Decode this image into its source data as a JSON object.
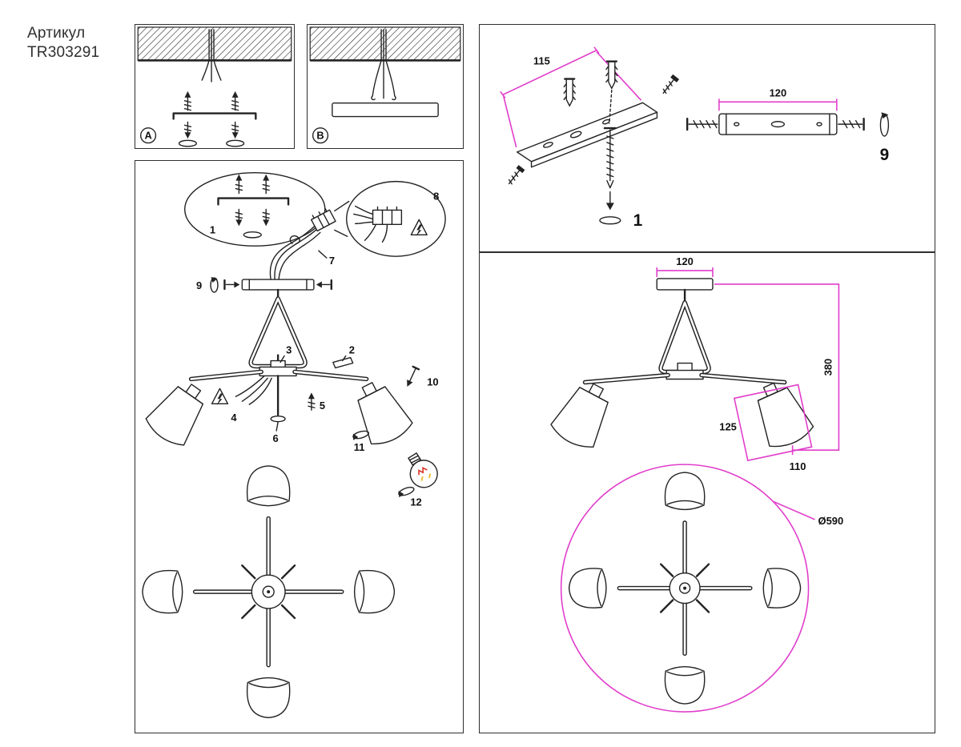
{
  "article": {
    "label": "Артикул",
    "code": "TR303291"
  },
  "panel_a": {
    "label": "A"
  },
  "panel_b": {
    "label": "B"
  },
  "assembly": {
    "callout_1": "1",
    "callout_2": "2",
    "callout_3": "3",
    "callout_4": "4",
    "callout_5": "5",
    "callout_6": "6",
    "callout_7": "7",
    "callout_8": "8",
    "callout_9": "9",
    "callout_10": "10",
    "callout_11": "11",
    "callout_12": "12"
  },
  "step_mount": {
    "dim_length": "115",
    "dim_width": "120",
    "part_number": "1",
    "rotate_part_number": "9"
  },
  "dimensions": {
    "canopy_width": "120",
    "overall_height": "380",
    "shade_height": "125",
    "shade_width": "110",
    "diameter": "Ø590"
  },
  "colors": {
    "accent": "#e13ecb",
    "ink": "#222222"
  }
}
